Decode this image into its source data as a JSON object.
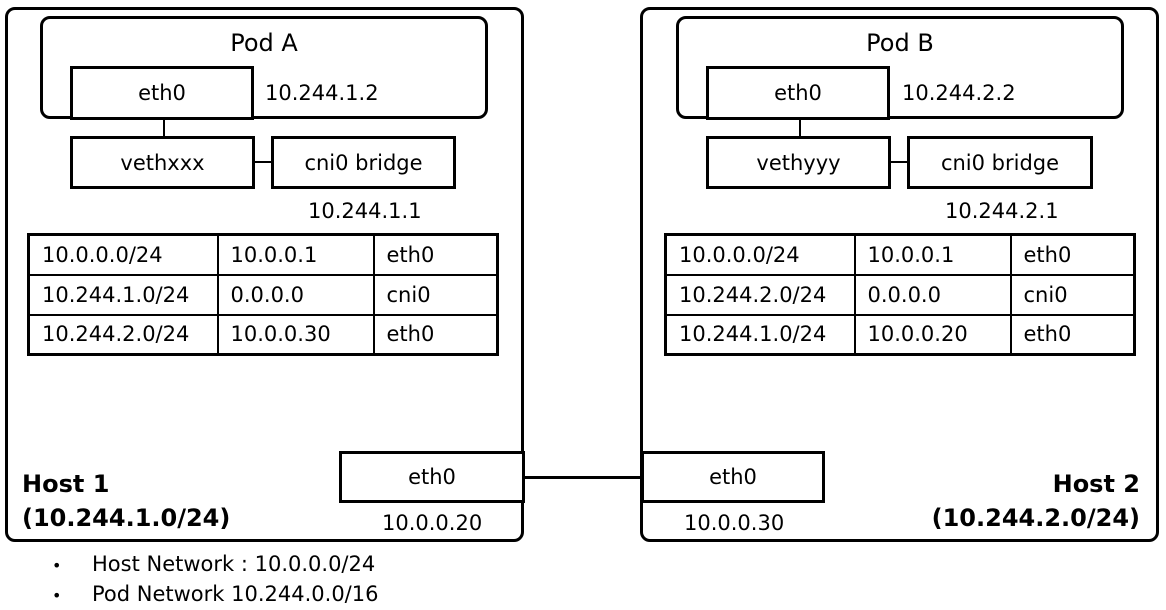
{
  "host1": {
    "name": "Host 1",
    "cidr": "(10.244.1.0/24)",
    "pod": {
      "title": "Pod A",
      "iface": "eth0",
      "ip": "10.244.1.2"
    },
    "veth": "vethxxx",
    "bridge": {
      "label": "cni0 bridge",
      "ip": "10.244.1.1"
    },
    "routes": [
      [
        "10.0.0.0/24",
        "10.0.0.1",
        "eth0"
      ],
      [
        "10.244.1.0/24",
        "0.0.0.0",
        "cni0"
      ],
      [
        "10.244.2.0/24",
        "10.0.0.30",
        "eth0"
      ]
    ],
    "nic": {
      "label": "eth0",
      "ip": "10.0.0.20"
    }
  },
  "host2": {
    "name": "Host 2",
    "cidr": "(10.244.2.0/24)",
    "pod": {
      "title": "Pod B",
      "iface": "eth0",
      "ip": "10.244.2.2"
    },
    "veth": "vethyyy",
    "bridge": {
      "label": "cni0 bridge",
      "ip": "10.244.2.1"
    },
    "routes": [
      [
        "10.0.0.0/24",
        "10.0.0.1",
        "eth0"
      ],
      [
        "10.244.2.0/24",
        "0.0.0.0",
        "cni0"
      ],
      [
        "10.244.1.0/24",
        "10.0.0.20",
        "eth0"
      ]
    ],
    "nic": {
      "label": "eth0",
      "ip": "10.0.0.30"
    }
  },
  "notes": [
    "Host Network : 10.0.0.0/24",
    "Pod Network 10.244.0.0/16"
  ]
}
